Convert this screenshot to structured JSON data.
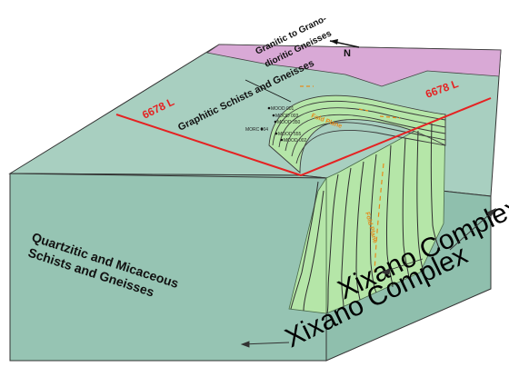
{
  "labels": {
    "granitic": "Granitic to Grano-",
    "granitic2": "dioritic Gneisses",
    "north": "N",
    "level_left": "6678 L",
    "level_right": "6678 L",
    "graphitic": "Graphitic Schists and Gneisses",
    "fold_plane_1": "Fold Plane",
    "fold_plane_2": "Fold Plane",
    "quartzitic_1": "Quartzitic and Micaceous",
    "quartzitic_2": "Schists and Gneisses",
    "complex_1": "Xixano Complex",
    "complex_2": "Xixano Complex"
  },
  "drillholes": [
    {
      "name": "MOOD 001"
    },
    {
      "name": "MOOD 003"
    },
    {
      "name": "MOOD 350"
    },
    {
      "name": "MORC 004"
    },
    {
      "name": "MOOD 555"
    },
    {
      "name": "MOOD 002"
    }
  ],
  "colors": {
    "top_teal": "#a8cfc0",
    "front_teal": "#98c7b5",
    "side_teal": "#8fbfad",
    "pink": "#d9a9d6",
    "fold_green": "#b5e6a8",
    "red_line": "#e52222",
    "orange": "#e68a1a"
  }
}
